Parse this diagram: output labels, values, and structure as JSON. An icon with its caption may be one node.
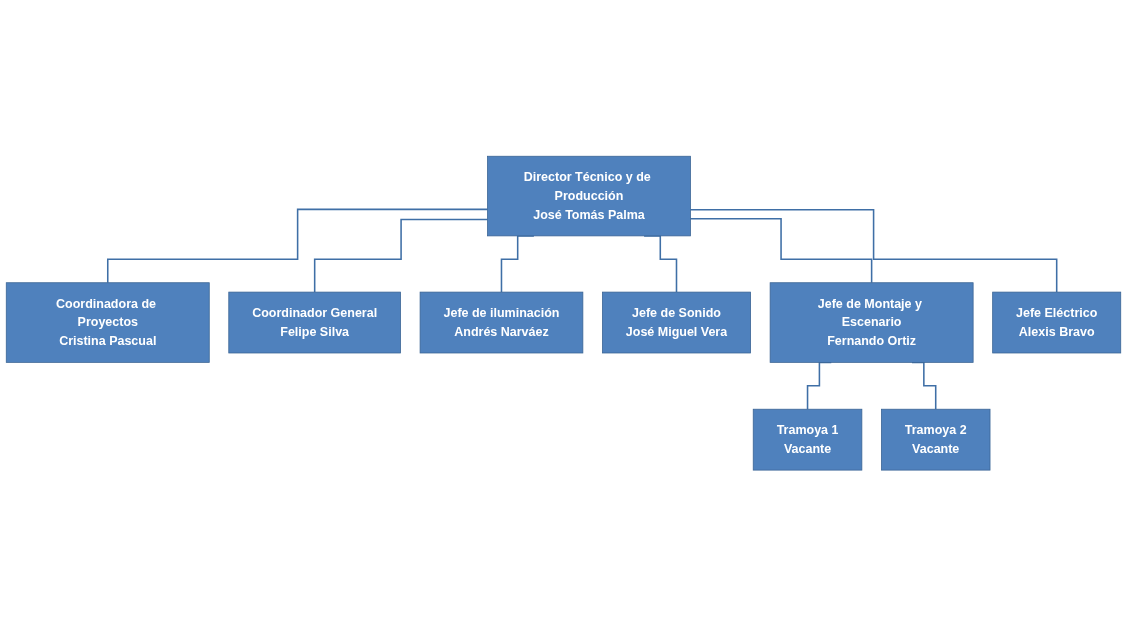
{
  "diagram": {
    "nodes": [
      {
        "text": [
          "Director Técnico y de Producción",
          "José Tomás Palma"
        ]
      },
      {
        "text": [
          "Coordinadora de Proyectos",
          "Cristina Pascual"
        ]
      },
      {
        "text": [
          "Coordinador General",
          "Felipe Silva"
        ]
      },
      {
        "text": [
          "Jefe de iluminación",
          "Andrés Narváez"
        ]
      },
      {
        "text": [
          "Jefe de Sonido",
          "José Miguel Vera"
        ]
      },
      {
        "text": [
          "Jefe de Montaje y Escenario",
          "Fernando Ortiz"
        ]
      },
      {
        "text": [
          "Jefe Eléctrico",
          "Alexis Bravo"
        ]
      },
      {
        "text": [
          "Tramoya 1",
          "Vacante"
        ]
      },
      {
        "text": [
          "Tramoya 2",
          "Vacante"
        ]
      }
    ],
    "edges": [
      {
        "from": 0,
        "to": 1,
        "arrow": "none"
      },
      {
        "from": 0,
        "to": 2,
        "arrow": "none"
      },
      {
        "from": 0,
        "to": 3,
        "arrow": "none"
      },
      {
        "from": 0,
        "to": 4,
        "arrow": "none"
      },
      {
        "from": 0,
        "to": 5,
        "arrow": "none"
      },
      {
        "from": 0,
        "to": 6,
        "arrow": "none"
      },
      {
        "from": 5,
        "to": 7,
        "arrow": "none"
      },
      {
        "from": 5,
        "to": 8,
        "arrow": "none"
      }
    ]
  }
}
